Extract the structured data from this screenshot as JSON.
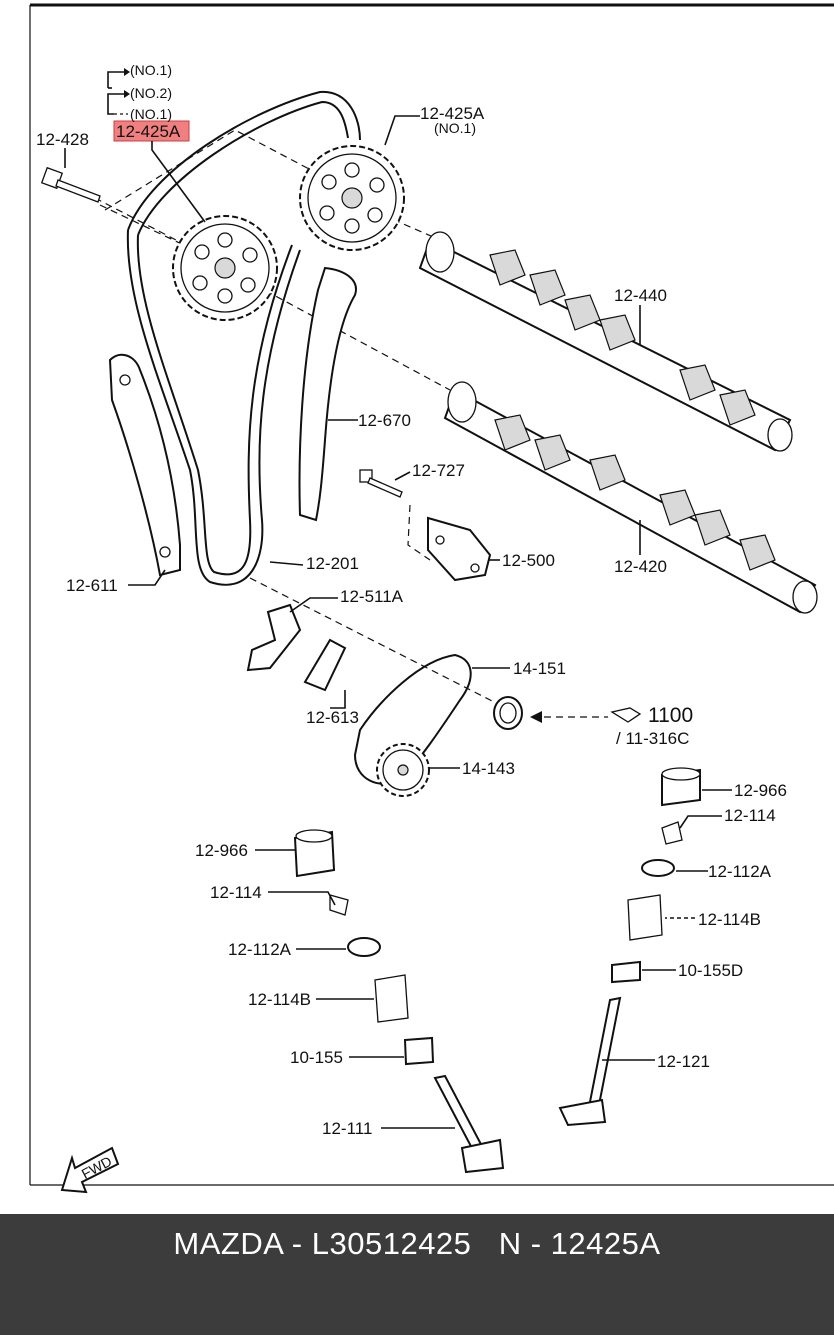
{
  "diagram": {
    "labels": {
      "no1_a": "(NO.1)",
      "no2": "(NO.2)",
      "no1_b": "(NO.1)",
      "p12428": "12-428",
      "p12425A_highlight": "12-425A",
      "p12425A_right": "12-425A",
      "p12425A_right_sub": "(NO.1)",
      "p12440": "12-440",
      "p12670": "12-670",
      "p12727": "12-727",
      "p12500": "12-500",
      "p12420": "12-420",
      "p12201": "12-201",
      "p12611": "12-611",
      "p12511A": "12-511A",
      "p14151": "14-151",
      "p12613": "12-613",
      "p1100": "1100",
      "p11316C": "/ 11-316C",
      "p14143": "14-143",
      "p12966_right": "12-966",
      "p12114_right": "12-114",
      "p12112A_right": "12-112A",
      "p12114B_right": "12-114B",
      "p10155D": "10-155D",
      "p12121": "12-121",
      "p12966_left": "12-966",
      "p12114_left": "12-114",
      "p12112A_left": "12-112A",
      "p12114B_left": "12-114B",
      "p10155": "10-155",
      "p12111": "12-111",
      "fwd": "FWD"
    },
    "highlight_color": "#f08080"
  },
  "footer": {
    "text": "MAZDA - L30512425   N - 12425A",
    "background": "#3c3c3c",
    "color": "#ffffff"
  }
}
